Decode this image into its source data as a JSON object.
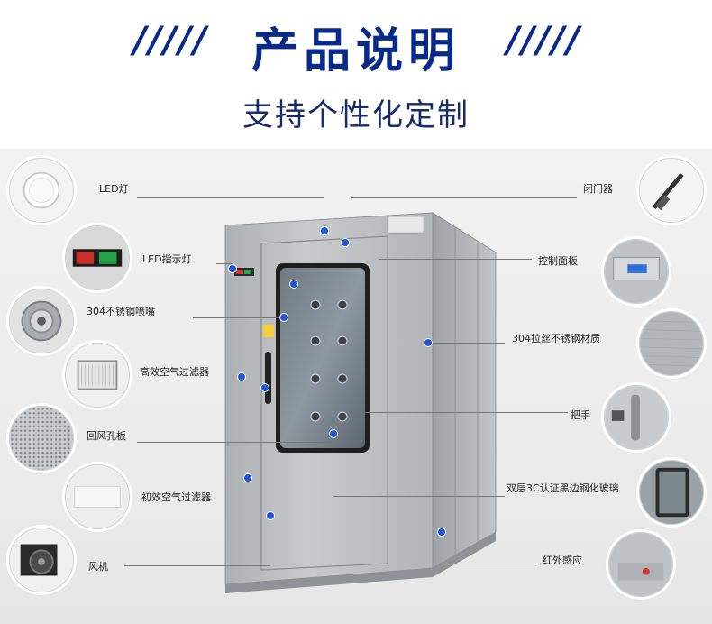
{
  "header": {
    "slashes_left": "/////",
    "slashes_right": "/////",
    "title": "产品说明",
    "subtitle": "支持个性化定制"
  },
  "left_features": [
    {
      "label": "LED灯",
      "icon": "led-light-icon"
    },
    {
      "label": "LED指示灯",
      "icon": "indicator-light-icon"
    },
    {
      "label": "304不锈钢喷嘴",
      "icon": "nozzle-icon"
    },
    {
      "label": "高效空气过滤器",
      "icon": "hepa-filter-icon"
    },
    {
      "label": "回风孔板",
      "icon": "perforated-plate-icon"
    },
    {
      "label": "初效空气过滤器",
      "icon": "primary-filter-icon"
    },
    {
      "label": "风机",
      "icon": "fan-icon"
    }
  ],
  "right_features": [
    {
      "label": "闭门器",
      "icon": "door-closer-icon"
    },
    {
      "label": "控制面板",
      "icon": "control-panel-icon"
    },
    {
      "label": "304拉丝不锈钢材质",
      "icon": "brushed-steel-icon"
    },
    {
      "label": "把手",
      "icon": "handle-icon"
    },
    {
      "label": "双层3C认证黑边钢化玻璃",
      "icon": "tempered-glass-icon"
    },
    {
      "label": "红外感应",
      "icon": "infrared-sensor-icon"
    }
  ],
  "colors": {
    "title": "#0a2a8a",
    "dot": "#1f55d6",
    "steel": "#b9bcbf"
  }
}
